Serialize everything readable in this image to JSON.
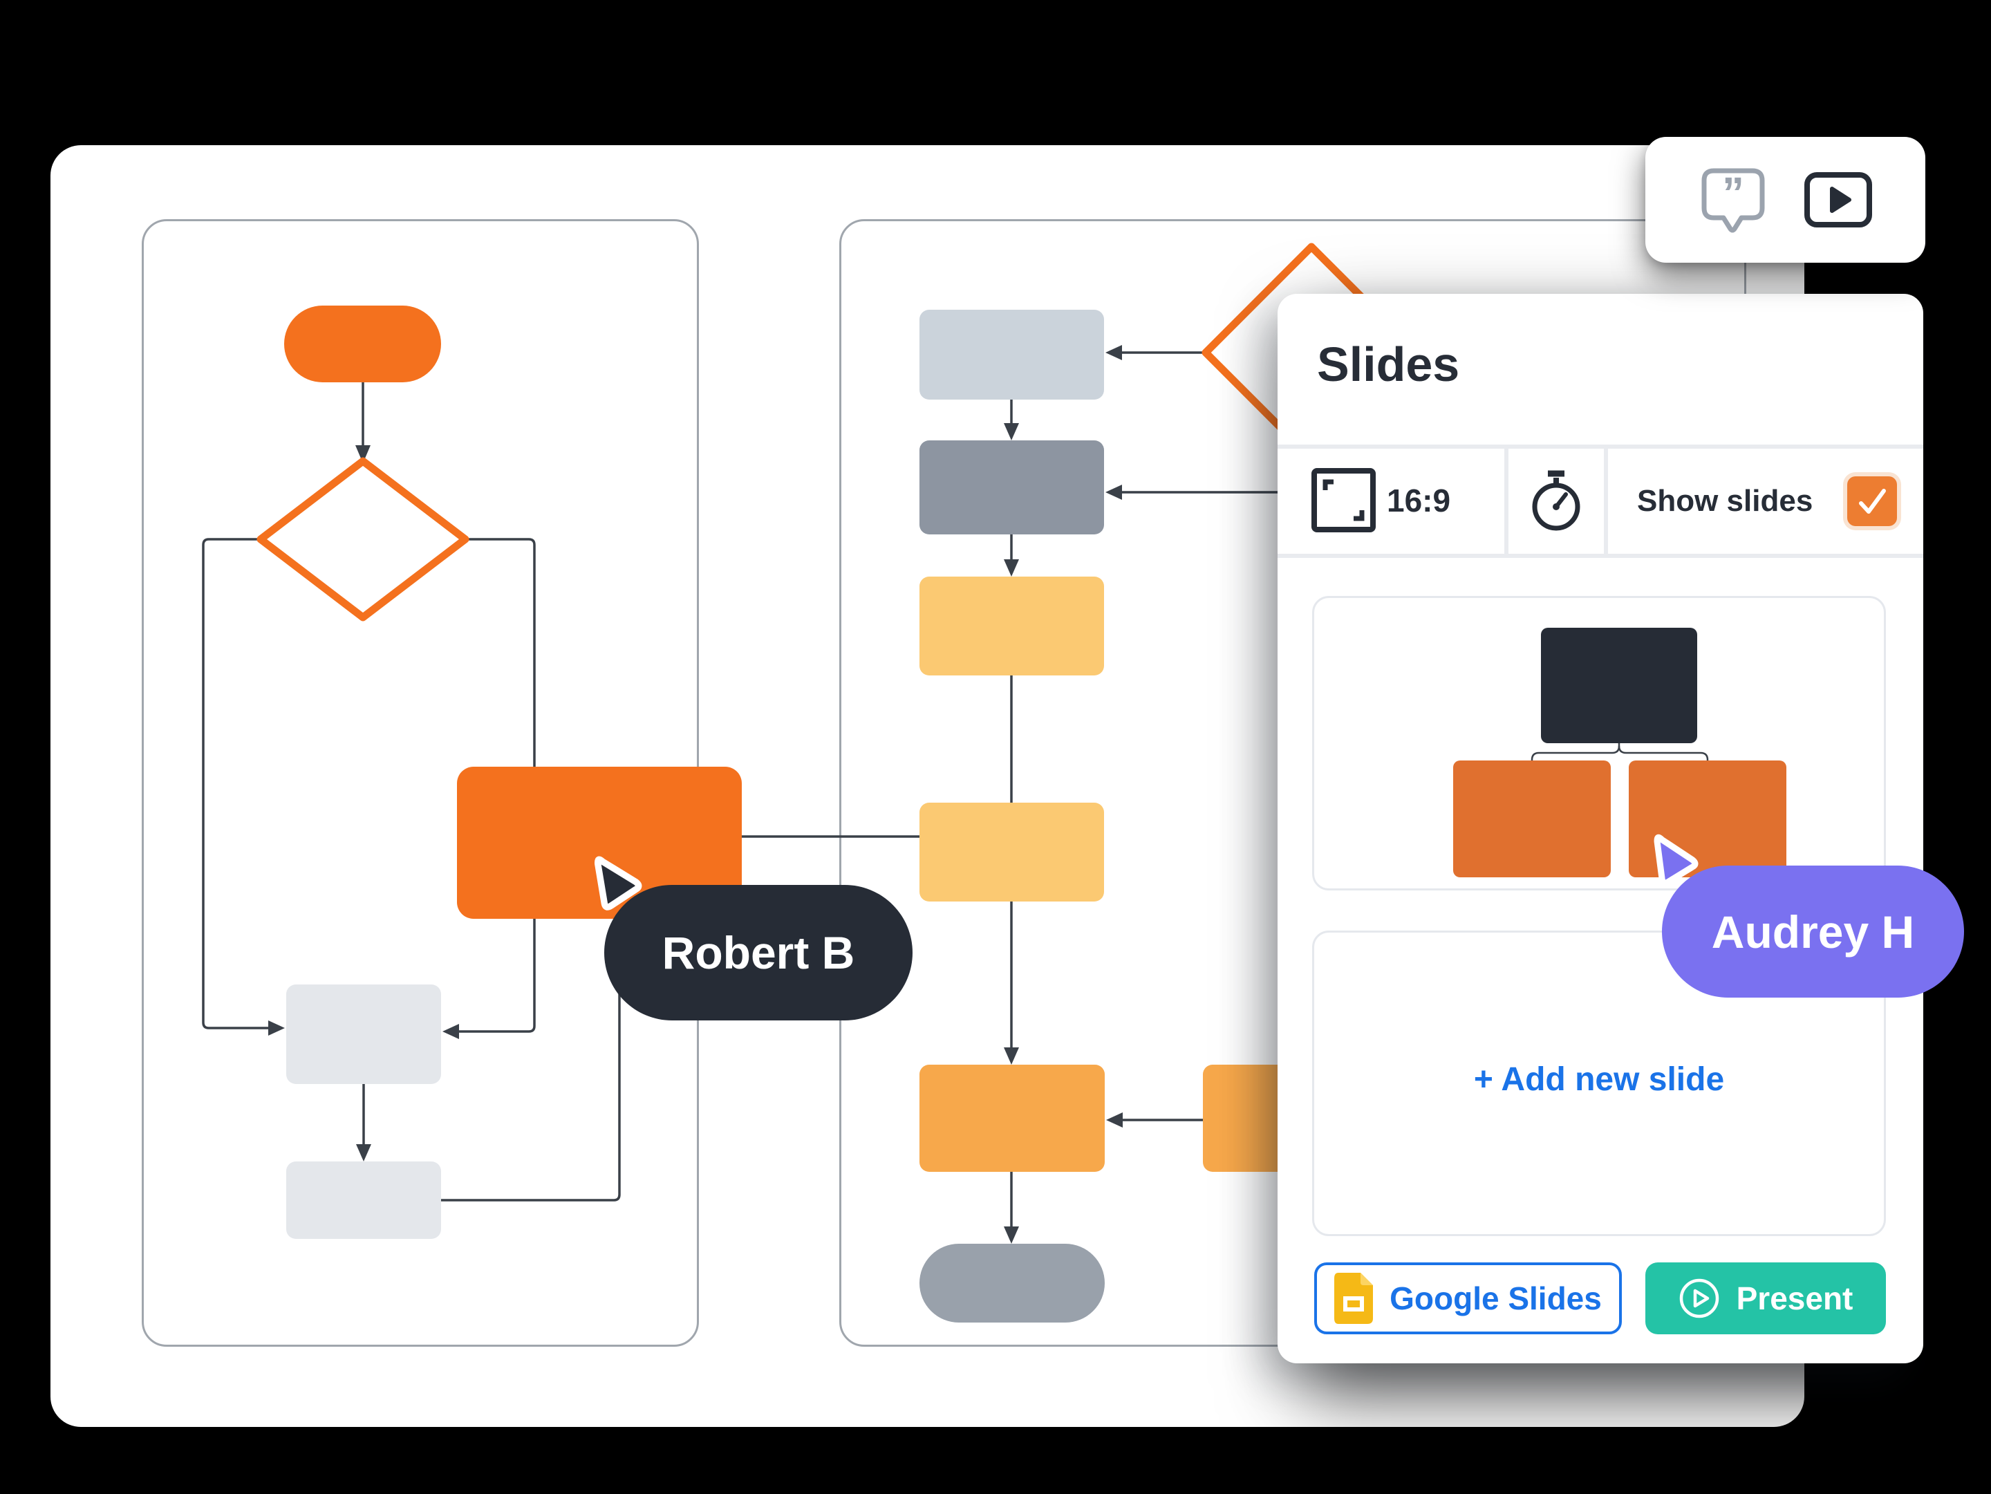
{
  "toolbar": {
    "comment_icon": "speech-bubble-quote",
    "present_icon": "play-video"
  },
  "slides_panel": {
    "title": "Slides",
    "aspect_ratio_value": "16:9",
    "timer_icon": "stopwatch",
    "show_slides_label": "Show slides",
    "show_slides_checked": true,
    "add_slide_label": "+  Add new slide",
    "google_slides_label": "Google Slides",
    "present_label": "Present"
  },
  "collaborators": [
    {
      "name": "Robert B",
      "color": "#262C36"
    },
    {
      "name": "Audrey H",
      "color": "#7A71F0"
    }
  ],
  "colors": {
    "accent_orange": "#F4711E",
    "thumbnail_orange": "#E0702F",
    "yellow": "#FBC972",
    "amber": "#F7A84B",
    "light_gray_shape": "#E4E7EB",
    "blue_gray_shape": "#CBD3DB",
    "mid_gray_shape": "#8D95A1",
    "gray_pill_shape": "#99A1AB",
    "dark_navy": "#262C36",
    "purple": "#7A71F0",
    "blue": "#1A73E8",
    "teal": "#24C3A6",
    "checkbox_orange": "#ED7D31"
  }
}
